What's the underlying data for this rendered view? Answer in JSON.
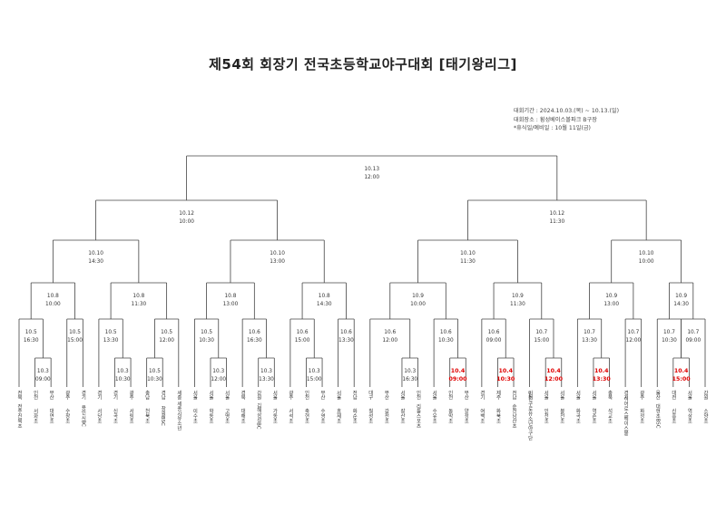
{
  "title": "제54회 회장기 전국초등학교야구대회 [태기왕리그]",
  "info": [
    "대회기간 : 2024.10.03.(목) ~ 10.13.(일)",
    "대회장소 : 횡성베이스볼파크 B구장",
    "*휴식일/예비일 : 10월 11일(금)"
  ],
  "teams": [
    {
      "region": "전북",
      "name": "전주진북초"
    },
    {
      "region": "인천",
      "name": "서화초"
    },
    {
      "region": "부산",
      "name": "대연초"
    },
    {
      "region": "광주",
      "name": "수창초"
    },
    {
      "region": "경기",
      "name": "용인시BC"
    },
    {
      "region": "경기",
      "name": "서당초"
    },
    {
      "region": "경기",
      "name": "신곡초"
    },
    {
      "region": "광주",
      "name": "서림초"
    },
    {
      "region": "충남",
      "name": "천북초"
    },
    {
      "region": "경남",
      "name": "창원BSC"
    },
    {
      "region": "세종",
      "name": "세종시유소년"
    },
    {
      "region": "서울",
      "name": "이수초"
    },
    {
      "region": "서울",
      "name": "학동초"
    },
    {
      "region": "서울",
      "name": "고명초"
    },
    {
      "region": "경북",
      "name": "대해초"
    },
    {
      "region": "강원",
      "name": "김해삼성BC"
    },
    {
      "region": "서울",
      "name": "가동초"
    },
    {
      "region": "광주",
      "name": "서석초"
    },
    {
      "region": "인천",
      "name": "축현초"
    },
    {
      "region": "부산",
      "name": "수영초"
    },
    {
      "region": "서울",
      "name": "효제초"
    },
    {
      "region": "전남",
      "name": "화순초"
    },
    {
      "region": "대구",
      "name": "칠성초"
    },
    {
      "region": "부산",
      "name": "감전초"
    },
    {
      "region": "서울",
      "name": "갈산초"
    },
    {
      "region": "인천",
      "name": "리틀스포츠"
    },
    {
      "region": "서울",
      "name": "수유초"
    },
    {
      "region": "인천",
      "name": "동막초"
    },
    {
      "region": "부산",
      "name": "양정초"
    },
    {
      "region": "경기",
      "name": "여백초"
    },
    {
      "region": "제주",
      "name": "화북초"
    },
    {
      "region": "전남",
      "name": "순천남산초"
    },
    {
      "region": "인천",
      "name": "인천구로유소년야구단"
    },
    {
      "region": "서울",
      "name": "인천초"
    },
    {
      "region": "서울",
      "name": "봉천초"
    },
    {
      "region": "서울",
      "name": "화곡초"
    },
    {
      "region": "서울",
      "name": "역촌초"
    },
    {
      "region": "충북",
      "name": "석교초"
    },
    {
      "region": "경기",
      "name": "히어로스베이스볼"
    },
    {
      "region": "광주",
      "name": "화정초"
    },
    {
      "region": "울산",
      "name": "대현초BSC"
    },
    {
      "region": "대전",
      "name": "신흥초"
    },
    {
      "region": "서울",
      "name": "역삼초"
    },
    {
      "region": "강원",
      "name": "소양초"
    }
  ],
  "rounds": {
    "prelim": [
      {
        "date": "10.3",
        "time": "09:00"
      },
      {
        "date": "10.3",
        "time": "10:30"
      },
      {
        "date": "10.3",
        "time": "12:00"
      },
      {
        "date": "10.3",
        "time": "13:30"
      },
      {
        "date": "10.3",
        "time": "15:00"
      },
      {
        "date": "10.3",
        "time": "16:30"
      },
      {
        "date": "10.4",
        "time": "09:00"
      },
      {
        "date": "10.4",
        "time": "10:30"
      },
      {
        "date": "10.4",
        "time": "12:00"
      },
      {
        "date": "10.4",
        "time": "13:30"
      },
      {
        "date": "10.4",
        "time": "15:00"
      },
      {
        "date": "10.5",
        "time": "10:30"
      }
    ],
    "r32": [
      {
        "date": "10.5",
        "time": "16:30"
      },
      {
        "date": "10.5",
        "time": "15:00"
      },
      {
        "date": "10.5",
        "time": "13:30"
      },
      {
        "date": "10.5",
        "time": "12:00"
      },
      {
        "date": "10.5",
        "time": "10:30"
      },
      {
        "date": "10.6",
        "time": "16:30"
      },
      {
        "date": "10.6",
        "time": "15:00"
      },
      {
        "date": "10.6",
        "time": "13:30"
      },
      {
        "date": "10.6",
        "time": "12:00"
      },
      {
        "date": "10.6",
        "time": "10:30"
      },
      {
        "date": "10.6",
        "time": "09:00"
      },
      {
        "date": "10.7",
        "time": "15:00"
      },
      {
        "date": "10.7",
        "time": "13:30"
      },
      {
        "date": "10.7",
        "time": "12:00"
      },
      {
        "date": "10.7",
        "time": "10:30"
      },
      {
        "date": "10.7",
        "time": "09:00"
      }
    ],
    "r16": [
      {
        "date": "10.8",
        "time": "10:00"
      },
      {
        "date": "10.8",
        "time": "11:30"
      },
      {
        "date": "10.8",
        "time": "13:00"
      },
      {
        "date": "10.8",
        "time": "14:30"
      },
      {
        "date": "10.9",
        "time": "10:00"
      },
      {
        "date": "10.9",
        "time": "11:30"
      },
      {
        "date": "10.9",
        "time": "13:00"
      },
      {
        "date": "10.9",
        "time": "14:30"
      }
    ],
    "qf": [
      {
        "date": "10.10",
        "time": "14:30"
      },
      {
        "date": "10.10",
        "time": "13:00"
      },
      {
        "date": "10.10",
        "time": "11:30"
      },
      {
        "date": "10.10",
        "time": "10:00"
      }
    ],
    "sf": [
      {
        "date": "10.12",
        "time": "10:00"
      },
      {
        "date": "10.12",
        "time": "11:30"
      }
    ],
    "final": {
      "date": "10.13",
      "time": "12:00"
    }
  },
  "highlight_color": "#e00000"
}
